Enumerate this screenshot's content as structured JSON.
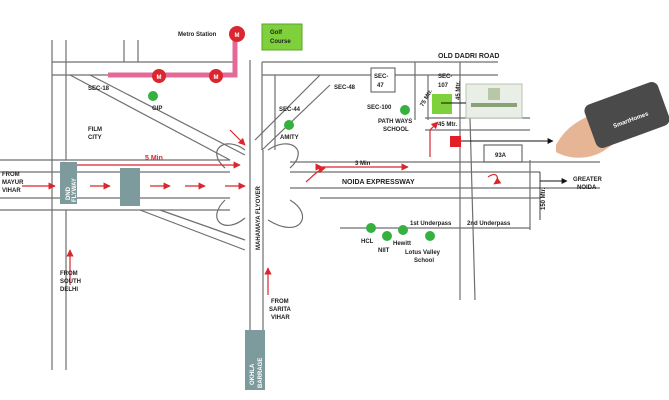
{
  "map": {
    "labels": {
      "metro_station": "Metro Station",
      "golf_course_line1": "Golf",
      "golf_course_line2": "Course",
      "old_dadri_road": "OLD DADRI ROAD",
      "sec18": "SEC-18",
      "gip": "GIP",
      "film_city_line1": "FILM",
      "film_city_line2": "CITY",
      "sec44": "SEC-44",
      "amity": "AMITY",
      "sec48": "SEC-48",
      "sec47_line1": "SEC-",
      "sec47_line2": "47",
      "sec107_line1": "SEC-",
      "sec107_line2": "107",
      "sec100": "SEC-100",
      "pathways_line1": "PATH WAYS",
      "pathways_line2": "SCHOOL",
      "mtr75": "75 Mtr.",
      "mtr45_vertical": "45 Mtr.",
      "mtr45": "45 Mtr.",
      "sector_93a": "93A",
      "five_min": "5 Min",
      "three_min": "3 Min",
      "noida_expressway": "NOIDA EXPRESSWAY",
      "greater_noida_line1": "GREATER",
      "greater_noida_line2": "NOIDA",
      "mtr150": "150 Mtr.",
      "from_mayur_line1": "FROM",
      "from_mayur_line2": "MAYUR",
      "from_mayur_line3": "VIHAR",
      "dnd_line1": "DND",
      "dnd_line2": "FLYWAY",
      "mahamaya_flyover": "MAHAMAYA FLYOVER",
      "from_south_line1": "FROM",
      "from_south_line2": "SOUTH",
      "from_south_line3": "DELHI",
      "hcl": "HCL",
      "niit": "NIIT",
      "hewitt": "Hewitt",
      "lotus_line1": "Lotus Valley",
      "lotus_line2": "School",
      "underpass1": "1st Underpass",
      "underpass2": "2nd Underpass",
      "from_sarita_line1": "FROM",
      "from_sarita_line2": "SARITA",
      "from_sarita_line3": "VIHAR",
      "okhla_line1": "OKHLA",
      "okhla_line2": "BARRAGE",
      "metro_symbol": "M",
      "phone_brand": "Smart",
      "phone_brand2": "Homes"
    },
    "colors": {
      "road": "#6f6f6f",
      "metro": "#e4699a",
      "metro_icon": "#d9262f",
      "golf": "#7fd13b",
      "tree": "#35b13f",
      "arrow": "#d9262f",
      "site_marker": "#e21e26",
      "dnd_box": "#7d9a9c",
      "phone": "#4a4a4a"
    }
  }
}
